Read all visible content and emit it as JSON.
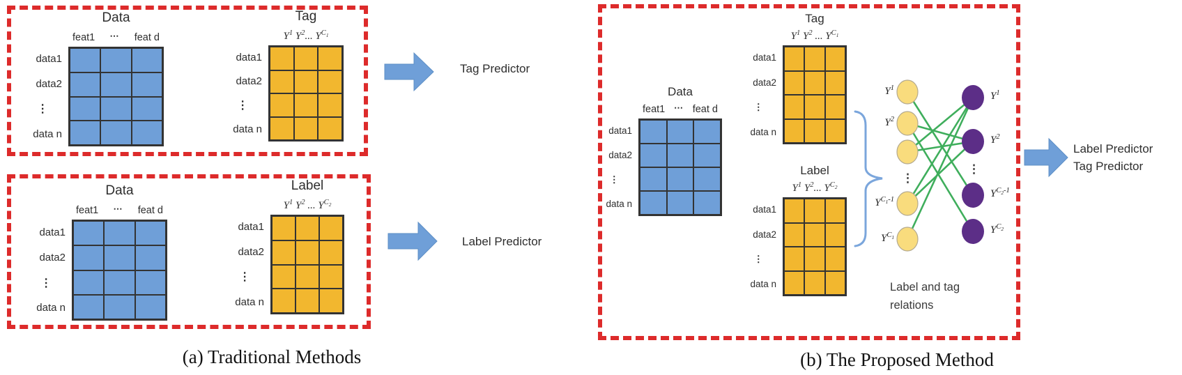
{
  "colors": {
    "box_border": "#dd2b2b",
    "matrix_blue": "#6f9fd8",
    "matrix_yellow": "#f2b72f",
    "cell_border": "#333333",
    "arrow_blue": "#6f9fd8",
    "node_yellow": "#f9dc7d",
    "node_purple": "#5c2e87",
    "edge_green": "#3fae5c",
    "brace_blue": "#7ba6dc"
  },
  "panel_a": {
    "caption": "(a) Traditional Methods",
    "top": {
      "data_matrix": {
        "title": "Data",
        "col_headers": [
          "feat1",
          "⋯",
          "feat d"
        ],
        "rows": [
          "data1",
          "data2",
          "⋮",
          "data n"
        ]
      },
      "tag_matrix": {
        "title": "Tag",
        "col_headers_math": "Y^1 Y^2... Y^{C_1}",
        "rows": [
          "data1",
          "data2",
          "⋮",
          "data n"
        ]
      },
      "arrow_label": "Tag Predictor"
    },
    "bottom": {
      "data_matrix": {
        "title": "Data",
        "col_headers": [
          "feat1",
          "⋯",
          "feat d"
        ],
        "rows": [
          "data1",
          "data2",
          "⋮",
          "data n"
        ]
      },
      "label_matrix": {
        "title": "Label",
        "col_headers_math": "Y^1 Y^2 ... Y^{C_2}",
        "rows": [
          "data1",
          "data2",
          "⋮",
          "data n"
        ]
      },
      "arrow_label": "Label Predictor"
    }
  },
  "panel_b": {
    "caption": "(b) The Proposed Method",
    "data_matrix": {
      "title": "Data",
      "col_headers": [
        "feat1",
        "⋯",
        "feat d"
      ],
      "rows": [
        "data1",
        "data2",
        "⋮",
        "data n"
      ]
    },
    "tag_matrix": {
      "title": "Tag",
      "col_headers_math": "Y^1 Y^2 ... Y^{C_1}",
      "rows": [
        "data1",
        "data2",
        "⋮",
        "data n"
      ]
    },
    "label_matrix": {
      "title": "Label",
      "col_headers_math": "Y^1 Y^2... Y^{C_2}",
      "rows": [
        "data1",
        "data2",
        "⋮",
        "data n"
      ]
    },
    "graph": {
      "caption": "Label and tag relations",
      "left_node_labels": [
        "Y^1",
        "Y^2",
        "",
        "Y^{C_1-1}",
        "Y^{C_1}"
      ],
      "right_node_labels": [
        "Y^1",
        "Y^2",
        "Y^{C_2-1}",
        "Y^{C_2}"
      ],
      "edges": [
        [
          0,
          2
        ],
        [
          1,
          1
        ],
        [
          1,
          3
        ],
        [
          2,
          0
        ],
        [
          2,
          1
        ],
        [
          3,
          0
        ],
        [
          3,
          1
        ],
        [
          4,
          0
        ]
      ]
    },
    "arrow_labels": [
      "Label Predictor",
      "Tag Predictor"
    ]
  }
}
